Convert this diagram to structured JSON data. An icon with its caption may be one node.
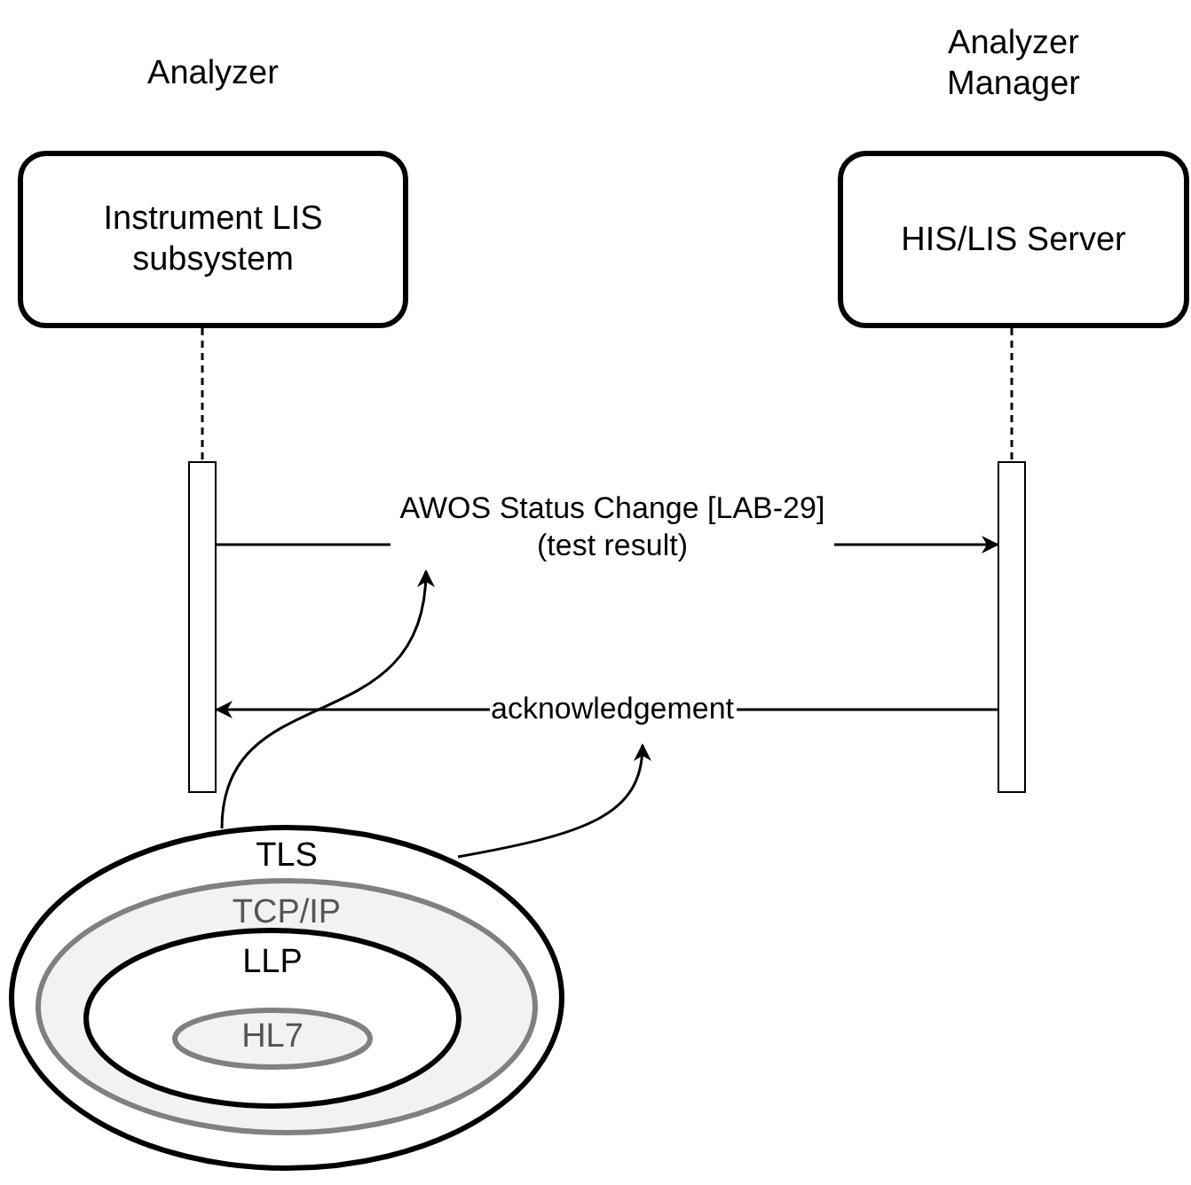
{
  "diagram": {
    "nodes": [
      {
        "text": [
          "Instrument LIS subsystem"
        ],
        "beside": [
          "Analyzer"
        ]
      },
      {
        "text": [
          "HIS/LIS Server"
        ],
        "beside": [
          "Analyzer Manager"
        ]
      },
      {
        "text": [],
        "shape": "bar"
      },
      {
        "text": [],
        "shape": "bar"
      },
      {
        "text": [
          "TLS"
        ]
      },
      {
        "text": [
          "TCP/IP"
        ],
        "in": 4
      },
      {
        "text": [
          "LLP"
        ],
        "in": 5
      },
      {
        "text": [
          "HL7"
        ],
        "in": 6
      }
    ],
    "edges": [
      {
        "from": 0,
        "to": 2,
        "arrow": "none",
        "style": "dashed"
      },
      {
        "from": 1,
        "to": 3,
        "arrow": "none",
        "style": "dashed"
      },
      {
        "from": 2,
        "to": 3,
        "arrow": "to",
        "label": "AWOS Status Change [LAB-29] (test result)"
      },
      {
        "from": 3,
        "to": 2,
        "arrow": "to",
        "label": "acknowledgement"
      },
      {
        "from": 4,
        "to": null,
        "arrow": "to"
      },
      {
        "from": 4,
        "to": null,
        "arrow": "to"
      }
    ]
  }
}
